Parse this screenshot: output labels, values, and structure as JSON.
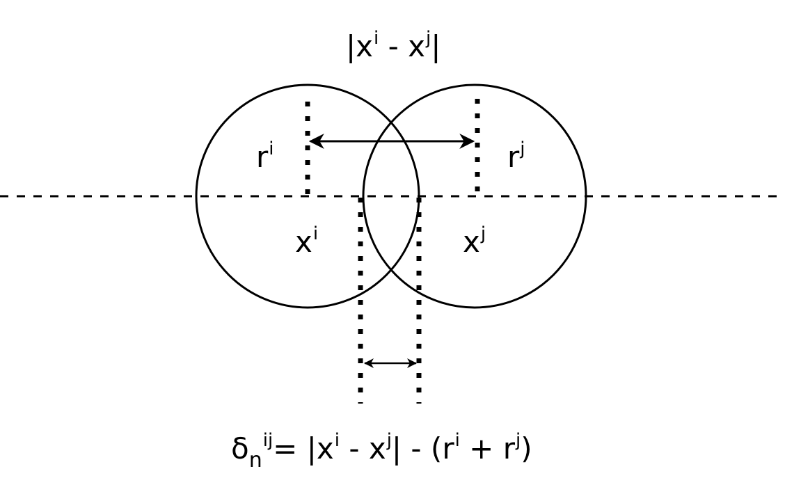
{
  "top_label": {
    "open": "|x",
    "sup_i": "i",
    "minus": " - x",
    "sup_j": "j",
    "close": "|"
  },
  "circle_i": {
    "radius_label": "r",
    "radius_sup": "i",
    "center_label": "x",
    "center_sup": "i"
  },
  "circle_j": {
    "radius_label": "r",
    "radius_sup": "j",
    "center_label": "x",
    "center_sup": "j"
  },
  "formula": {
    "delta": "δ",
    "sub_n": "n",
    "sup_ij": "ij",
    "part1": "= |x",
    "sup_i1": "i",
    "part2": " - x",
    "sup_j1": "j",
    "part3": "| - (r",
    "sup_i2": "i",
    "part4": " + r",
    "sup_j2": "j",
    "part5": ")"
  },
  "colors": {
    "stroke": "#000000",
    "background": "#ffffff"
  }
}
